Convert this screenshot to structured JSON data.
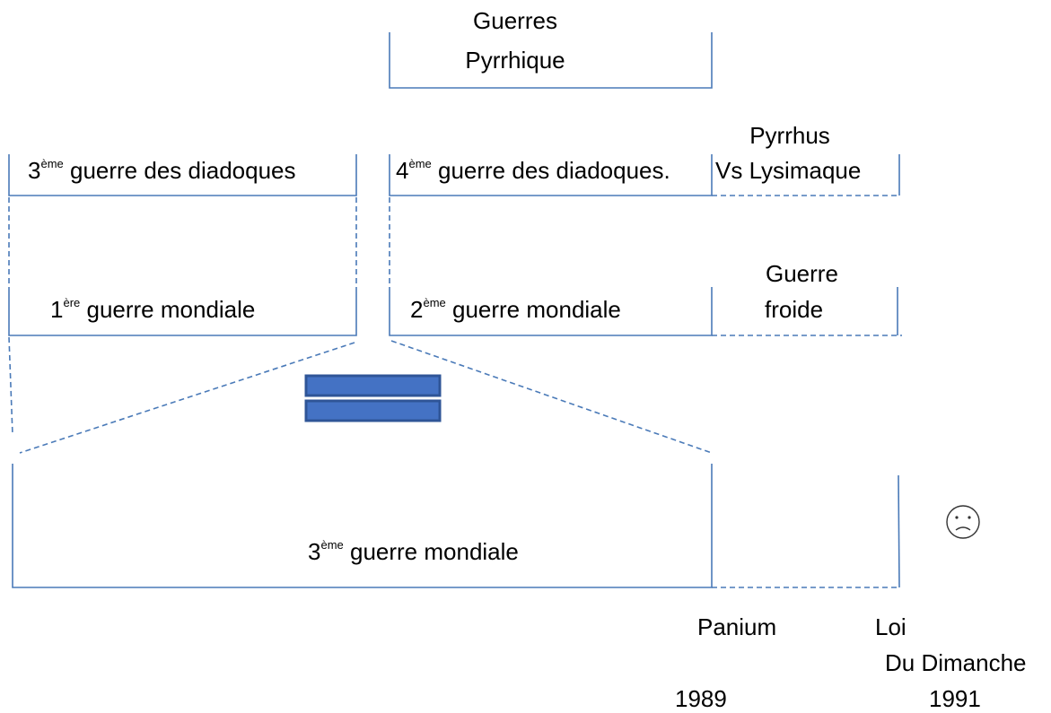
{
  "title": {
    "line1": "Guerres",
    "line2": "Pyrrhique"
  },
  "row1": {
    "left": {
      "number": "3",
      "sup": "ème",
      "text": " guerre des diadoques"
    },
    "mid": {
      "number": "4",
      "sup": "ème",
      "text": " guerre des diadoques."
    },
    "right": {
      "line1": "Pyrrhus",
      "line2": "Vs Lysimaque"
    }
  },
  "row2": {
    "left": {
      "number": "1",
      "sup": "ère",
      "text": " guerre mondiale"
    },
    "mid": {
      "number": "2",
      "sup": "ème",
      "text": " guerre mondiale"
    },
    "right": {
      "line1": "Guerre",
      "line2": "froide"
    }
  },
  "row3": {
    "number": "3",
    "sup": "ème",
    "text": " guerre mondiale"
  },
  "equals_symbol_color": "#4472c4",
  "line_color": "#4a7ab8",
  "sad_face_icon": "sad-face-icon",
  "timeline": {
    "left": {
      "event": "Panium",
      "year": "1989"
    },
    "right": {
      "event_line1": "Loi",
      "event_line2": "Du Dimanche",
      "year": "1991"
    }
  }
}
